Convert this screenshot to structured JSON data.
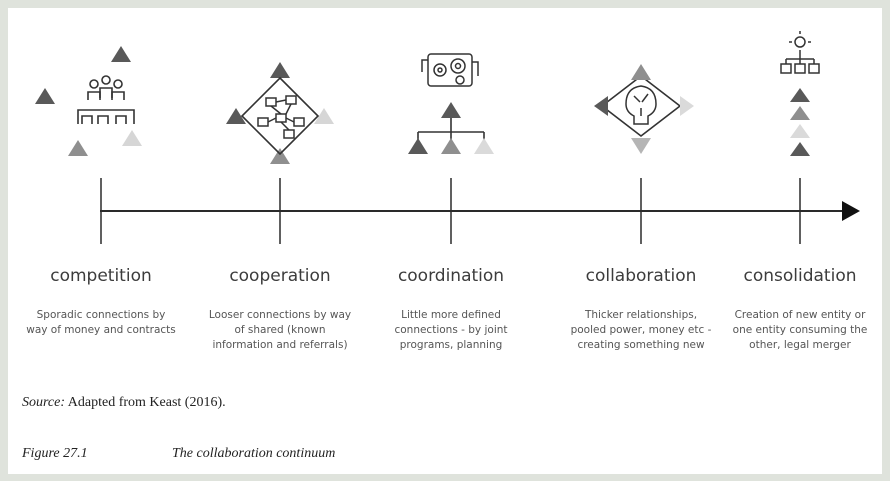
{
  "stages": [
    {
      "title": "competition",
      "description": "Sporadic connections by way of money and contracts"
    },
    {
      "title": "cooperation",
      "description": "Looser connections by way of shared (known information and referrals)"
    },
    {
      "title": "coordination",
      "description": "Little more defined connections - by joint programs, planning"
    },
    {
      "title": "collaboration",
      "description": "Thicker relationships, pooled power, money etc - creating something new"
    },
    {
      "title": "consolidation",
      "description": "Creation of new entity or one entity consuming the other, legal merger"
    }
  ],
  "source": {
    "label": "Source:",
    "text": "Adapted from Keast (2016)."
  },
  "figure": {
    "number": "Figure 27.1",
    "title": "The collaboration continuum"
  },
  "colors": {
    "dark": "#595959",
    "mid": "#8f8f8f",
    "light": "#c4c4c4",
    "lighter": "#dadada",
    "line": "#2a2a2a"
  }
}
